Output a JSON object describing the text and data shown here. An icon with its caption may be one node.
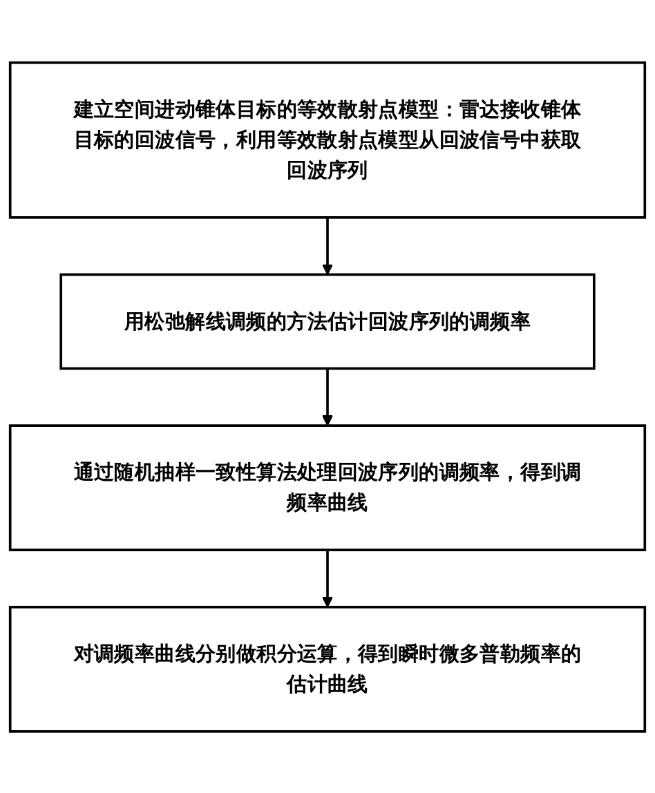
{
  "diagram": {
    "nodes": [
      {
        "text": [
          "建立空间进动锥体目标的等效散射点模型：雷达接收锥体目标的回波信号，利用等效散射点模型从回波信号中获取回波序列"
        ]
      },
      {
        "text": [
          "用松弛解线调频的方法估计回波序列的调频率"
        ]
      },
      {
        "text": [
          "通过随机抽样一致性算法处理回波序列的调频率，得到调频率曲线"
        ]
      },
      {
        "text": [
          "对调频率曲线分别做积分运算，得到瞬时微多普勒频率的估计曲线"
        ]
      }
    ],
    "edges": [
      {
        "from": 0,
        "to": 1,
        "arrow": "to"
      },
      {
        "from": 1,
        "to": 2,
        "arrow": "to"
      },
      {
        "from": 2,
        "to": 3,
        "arrow": "to"
      }
    ]
  }
}
